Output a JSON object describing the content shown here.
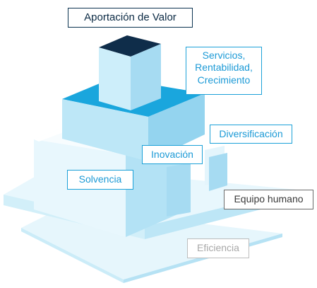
{
  "labels": {
    "top": "Aportación de Valor",
    "services": [
      "Servicios,",
      "Rentabilidad,",
      "Crecimiento"
    ],
    "diversification": "Diversificación",
    "innovation": "Inovación",
    "solvency": "Solvencia",
    "team": "Equipo humano",
    "efficiency": "Eficiencia"
  },
  "colors": {
    "navy": "#0f2d4a",
    "cyan": "#1ba7de",
    "light_blue": "#b4e4f6",
    "pale_blue": "#daf2fb",
    "border_gray": "#6b6b6b",
    "border_light": "#bdbdbd"
  }
}
